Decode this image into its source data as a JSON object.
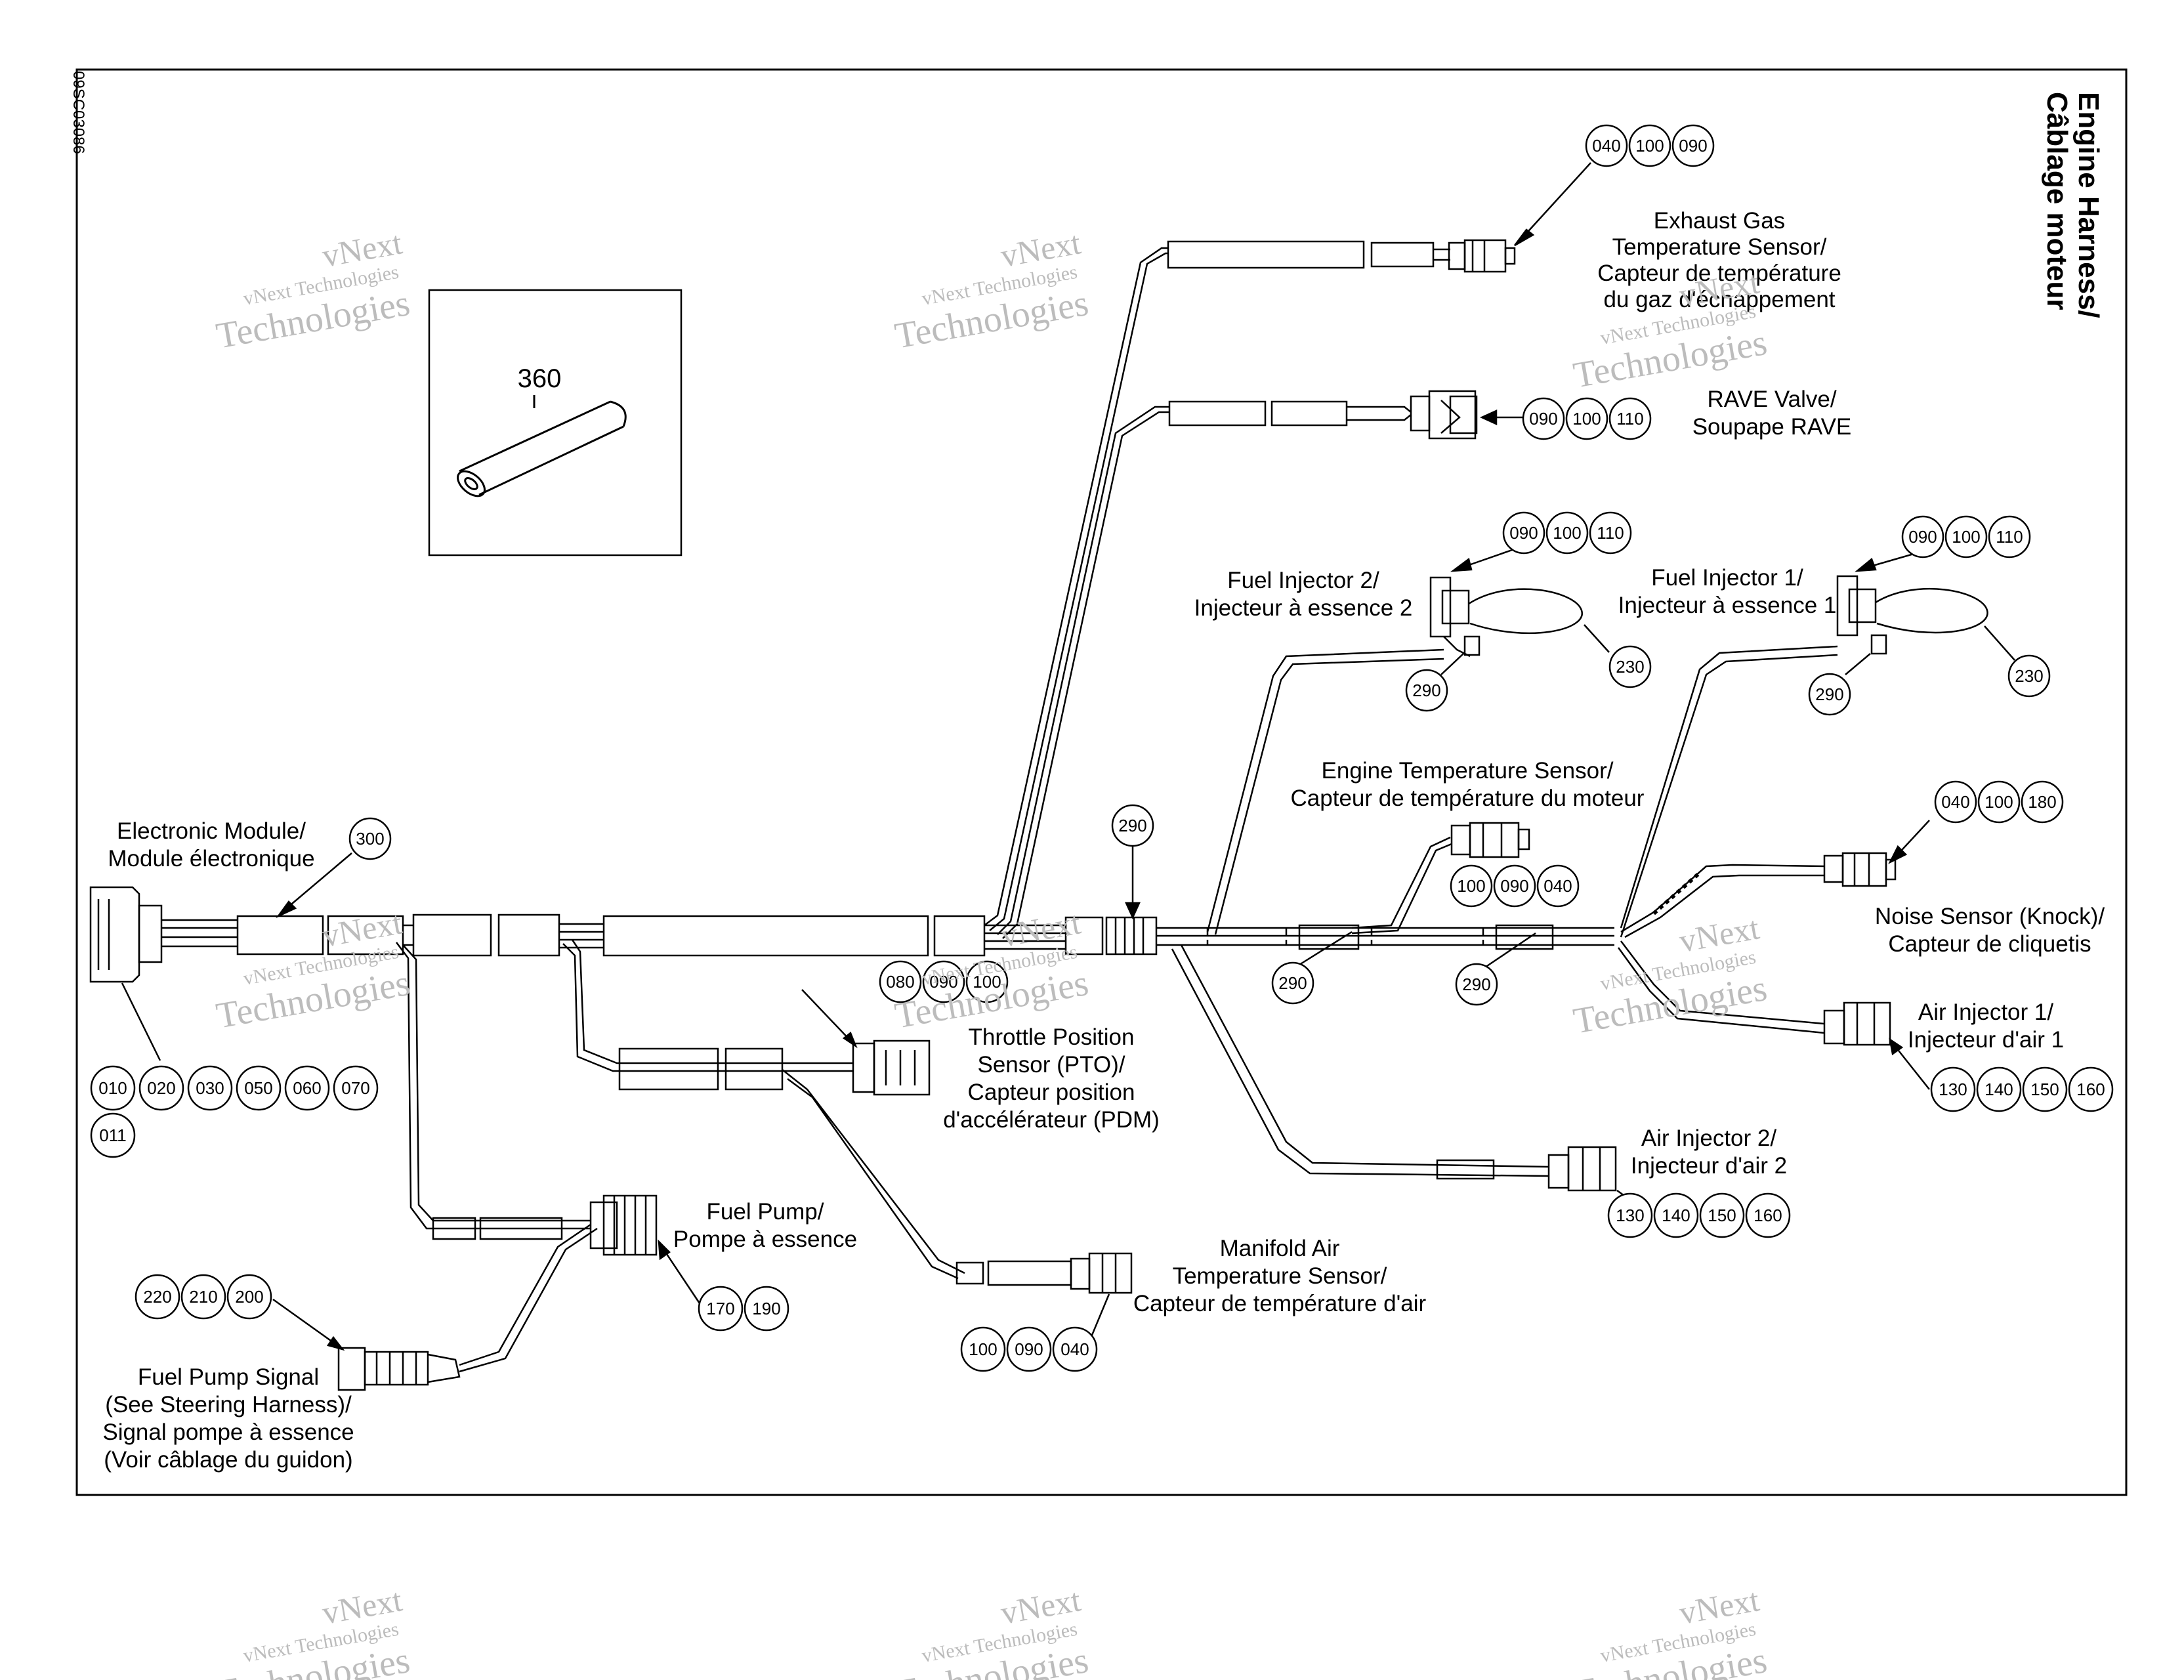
{
  "figure_id": "09SC03086",
  "title": [
    "Engine Harness/",
    "Câblage moteur"
  ],
  "inset_part": "360",
  "components": [
    {
      "id": "electronic-module",
      "lines": [
        "Electronic Module/",
        "Module électronique"
      ]
    },
    {
      "id": "exhaust-gas-sensor",
      "lines": [
        "Exhaust Gas",
        "Temperature Sensor/",
        "Capteur de température",
        "du gaz d'échappement"
      ]
    },
    {
      "id": "rave-valve",
      "lines": [
        "RAVE Valve/",
        "Soupape RAVE"
      ]
    },
    {
      "id": "fuel-injector-2",
      "lines": [
        "Fuel Injector 2/",
        "Injecteur à essence 2"
      ]
    },
    {
      "id": "fuel-injector-1",
      "lines": [
        "Fuel Injector 1/",
        "Injecteur à essence 1"
      ]
    },
    {
      "id": "engine-temp-sensor",
      "lines": [
        "Engine Temperature Sensor/",
        "Capteur de température du moteur"
      ]
    },
    {
      "id": "noise-sensor",
      "lines": [
        "Noise Sensor (Knock)/",
        "Capteur de cliquetis"
      ]
    },
    {
      "id": "air-injector-1",
      "lines": [
        "Air Injector 1/",
        "Injecteur d'air 1"
      ]
    },
    {
      "id": "air-injector-2",
      "lines": [
        "Air Injector 2/",
        "Injecteur d'air 2"
      ]
    },
    {
      "id": "throttle-position-sensor",
      "lines": [
        "Throttle Position",
        "Sensor (PTO)/",
        "Capteur position",
        "d'accélérateur (PDM)"
      ]
    },
    {
      "id": "fuel-pump",
      "lines": [
        "Fuel Pump/",
        "Pompe à essence"
      ]
    },
    {
      "id": "manifold-air-sensor",
      "lines": [
        "Manifold Air",
        "Temperature Sensor/",
        "Capteur de température d'air"
      ]
    },
    {
      "id": "fuel-pump-signal",
      "lines": [
        "Fuel Pump Signal",
        "(See Steering Harness)/",
        "Signal pompe à essence",
        "(Voir câblage du guidon)"
      ]
    }
  ],
  "callouts": {
    "exhaust": [
      "040",
      "100",
      "090"
    ],
    "rave": [
      "090",
      "100",
      "110"
    ],
    "injector2": [
      "090",
      "100",
      "110"
    ],
    "injector1": [
      "090",
      "100",
      "110"
    ],
    "clip_inj2": [
      "290"
    ],
    "hose_inj2": [
      "230"
    ],
    "clip_inj1": [
      "290"
    ],
    "hose_inj1": [
      "230"
    ],
    "noise": [
      "040",
      "100",
      "180"
    ],
    "engine_temp": [
      "100",
      "090",
      "040"
    ],
    "module_clip": [
      "300"
    ],
    "module_row1": [
      "010",
      "020",
      "030",
      "050",
      "060",
      "070"
    ],
    "module_row2": [
      "011"
    ],
    "clip_center": [
      "290"
    ],
    "clip_lower_a": [
      "290"
    ],
    "clip_lower_b": [
      "290"
    ],
    "tps": [
      "080",
      "090",
      "100"
    ],
    "air1": [
      "130",
      "140",
      "150",
      "160"
    ],
    "air2": [
      "130",
      "140",
      "150",
      "160"
    ],
    "fuel_pump": [
      "170",
      "190"
    ],
    "manifold": [
      "100",
      "090",
      "040"
    ],
    "pump_signal": [
      "220",
      "210",
      "200"
    ]
  },
  "watermark": {
    "line1": "vNext",
    "line2": "vNext Technologies",
    "line3": "Technologies"
  }
}
